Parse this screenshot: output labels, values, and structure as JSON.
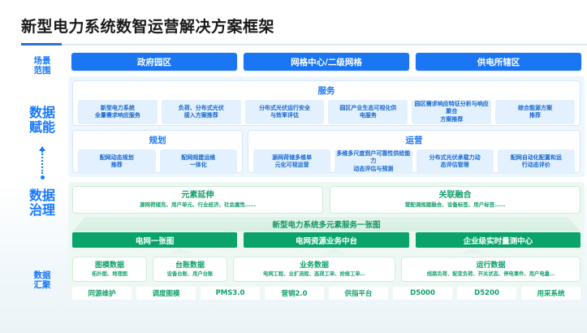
{
  "title": "新型电力系统数智运营解决方案框架",
  "sidebar": {
    "labels": [
      {
        "name": "scene-scope",
        "text": "场景\n范围"
      },
      {
        "name": "data-empowerment",
        "text": "数据\n赋能"
      },
      {
        "name": "data-governance",
        "text": "数据\n治理"
      },
      {
        "name": "data-aggregation",
        "text": "数据\n汇聚"
      }
    ]
  },
  "scene_row": {
    "items": [
      {
        "label": "政府园区"
      },
      {
        "label": "网格中心/二级网格"
      },
      {
        "label": "供电所辖区"
      }
    ]
  },
  "empowerment": {
    "service": {
      "title": "服务",
      "items": [
        "新型电力系统\n全量需求响应服务",
        "负荷、分布式光伏\n接入方案推荐",
        "分布式光伏运行安全\n与效率评估",
        "园区产业生态可视化供\n电服务",
        "园区需求响应特征分析与响应聚合\n方案推荐",
        "综合能源方案\n推荐"
      ]
    },
    "planning": {
      "title": "规划",
      "items": [
        "配网动态规划\n推荐",
        "配网规建运维\n一体化"
      ]
    },
    "operation": {
      "title": "运营",
      "items": [
        "源网荷储多维单\n元化可视运营",
        "多维多尺度到户可靠性供给能力\n动态评估与预测",
        "分布式光伏承载力动\n态评估管理",
        "配网自动化配置和运\n行动态评价"
      ]
    }
  },
  "governance": {
    "cards": [
      {
        "title": "元素延伸",
        "sub": "源网荷储充、用户单元、行业经济、社会属性……"
      },
      {
        "title": "关联融合",
        "sub": "营配调规建融合、设备标签、用户标签……"
      }
    ],
    "band_title": "新型电力系统多元素服务一张图",
    "platforms": [
      {
        "label": "电网一张图"
      },
      {
        "label": "电网资源业务中台"
      },
      {
        "label": "企业级实时量测中心"
      }
    ]
  },
  "aggregation": {
    "cards": [
      {
        "title": "图模数据",
        "sub": "拓扑图、地理图"
      },
      {
        "title": "台账数据",
        "sub": "设备台账、用户台账"
      },
      {
        "title": "业务数据",
        "sub": "电网工程、业扩流程、巡视工单、抢修工单…"
      },
      {
        "title": "运行数据",
        "sub": "线路负荷、配变负荷、开关状态、停电事件、用户电量…"
      }
    ],
    "systems": [
      {
        "label": "同源维护"
      },
      {
        "label": "调度图模"
      },
      {
        "label": "PMS3.0"
      },
      {
        "label": "营销2.0"
      },
      {
        "label": "供指平台"
      },
      {
        "label": "D5000"
      },
      {
        "label": "D5200"
      },
      {
        "label": "用采系统"
      }
    ]
  },
  "colors": {
    "blue_primary": "#1a76f2",
    "blue_light": "#eef6fe",
    "green_primary": "#0aa46a",
    "green_light": "#eef8f3",
    "title_accent": "#2f6fd0"
  }
}
